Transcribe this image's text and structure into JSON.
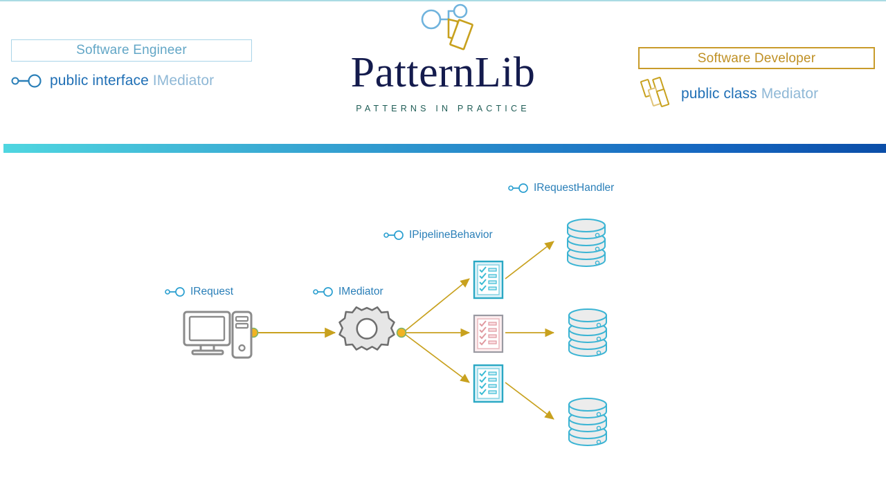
{
  "page": {
    "background": "#ffffff",
    "hairline_color": "#a9dbe3"
  },
  "header": {
    "left_persona": {
      "badge_label": "Software Engineer",
      "badge_border_color": "#a9d4e8",
      "badge_text_color": "#62a6c6",
      "icon": "interface-lollipop-icon",
      "signature_keyword": "public interface",
      "signature_type": "IMediator",
      "keyword_color": "#1f6fb5",
      "type_color": "#8fb8d6"
    },
    "right_persona": {
      "badge_label": "Software Developer",
      "badge_border_color": "#c89b2a",
      "badge_text_color": "#bf9024",
      "icon": "class-blocks-icon",
      "signature_keyword": "public class",
      "signature_type": "Mediator",
      "keyword_color": "#1f6fb5",
      "type_color": "#8fb8d6"
    },
    "brand": {
      "mark": "patternlib-logo-mark",
      "title": "PatternLib",
      "title_color": "#141b4d",
      "tagline": "PATTERNS IN PRACTICE",
      "tagline_color": "#1e5c55"
    },
    "divider": {
      "gradient_from": "#4fd6e0",
      "gradient_to": "#0b4ea8"
    }
  },
  "diagram": {
    "accent_wire_color": "#c8a11e",
    "interface_label_color": "#2a7fb8",
    "nodes": [
      {
        "id": "request",
        "label": "IRequest",
        "icon": "computer-icon"
      },
      {
        "id": "mediator",
        "label": "IMediator",
        "icon": "gear-icon"
      },
      {
        "id": "pipeline",
        "label": "IPipelineBehavior",
        "icon": "checklist-icon"
      },
      {
        "id": "request-handler",
        "label": "IRequestHandler",
        "icon": "database-icon"
      }
    ],
    "behaviors": [
      {
        "index": 1,
        "icon": "checklist-icon",
        "color": "#3bbcd4"
      },
      {
        "index": 2,
        "icon": "checklist-icon",
        "color": "#e09aa0"
      },
      {
        "index": 3,
        "icon": "checklist-icon",
        "color": "#3bbcd4"
      }
    ],
    "handlers": [
      {
        "index": 1,
        "icon": "database-icon",
        "color": "#3bb4d4"
      },
      {
        "index": 2,
        "icon": "database-icon",
        "color": "#3bb4d4"
      },
      {
        "index": 3,
        "icon": "database-icon",
        "color": "#3bb4d4"
      }
    ]
  }
}
